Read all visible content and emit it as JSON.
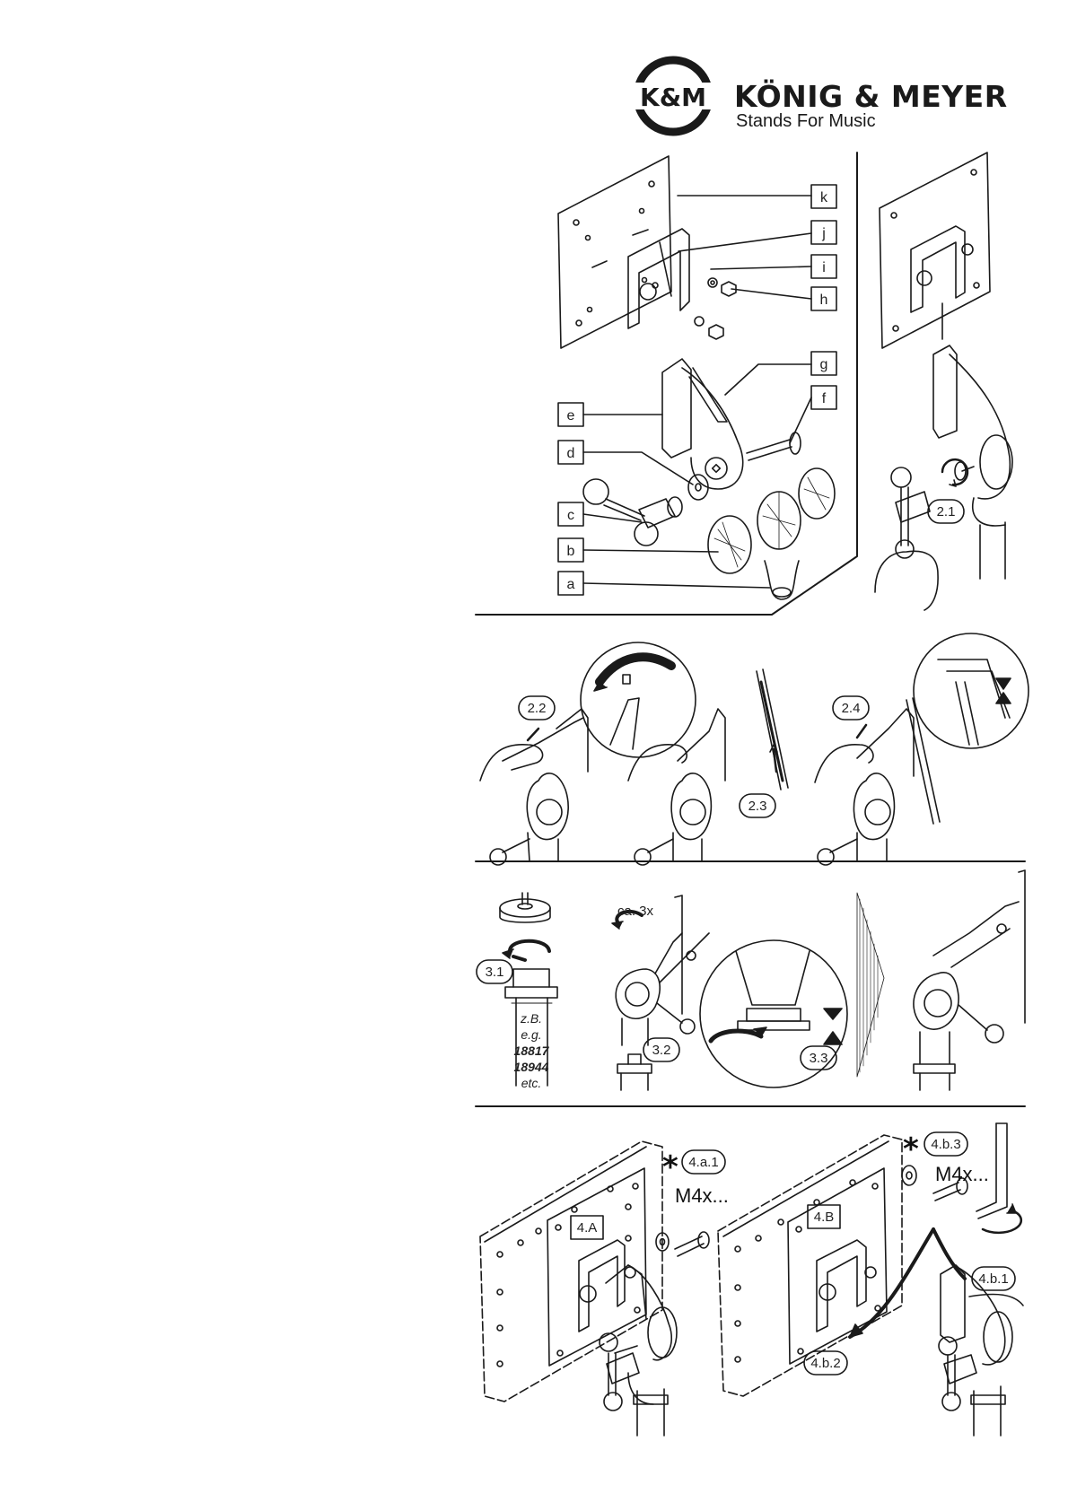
{
  "brand": {
    "logo_text": "K&M",
    "name": "KÖNIG & MEYER",
    "tagline": "Stands For Music"
  },
  "parts": [
    "k",
    "j",
    "i",
    "h",
    "g",
    "f",
    "e",
    "d",
    "c",
    "b",
    "a"
  ],
  "steps": {
    "s2_1": "2.1",
    "s2_2": "2.2",
    "s2_3": "2.3",
    "s2_4": "2.4",
    "s3_1": "3.1",
    "s3_2": "3.2",
    "s3_3": "3.3",
    "s4A": "4.A",
    "s4B": "4.B",
    "s4a1": "4.a.1",
    "s4b1": "4.b.1",
    "s4b2": "4.b.2",
    "s4b3": "4.b.3"
  },
  "notes": {
    "turns": "ca. 3x",
    "screw_a": "M4x...",
    "screw_b": "M4x...",
    "asterisk": "*"
  },
  "adapter_label": [
    "z.B.",
    "e.g.",
    "18817",
    "18944",
    "etc."
  ]
}
